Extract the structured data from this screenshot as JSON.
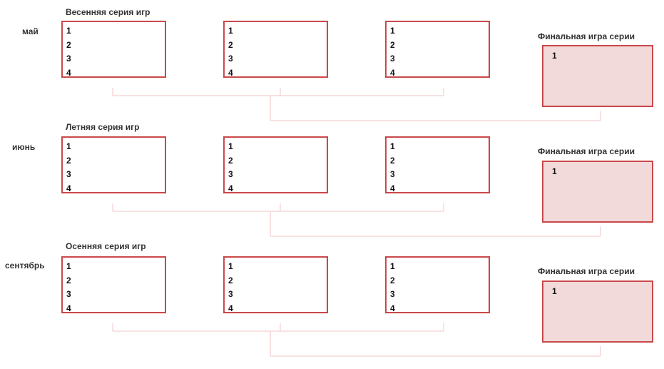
{
  "sections": [
    {
      "month": "май",
      "series_title": "Весенняя серия игр",
      "games": [
        [
          "1",
          "2",
          "3",
          "4"
        ],
        [
          "1",
          "2",
          "3",
          "4"
        ],
        [
          "1",
          "2",
          "3",
          "4"
        ]
      ],
      "final_title": "Финальная игра серии",
      "final_items": [
        "1"
      ]
    },
    {
      "month": "июнь",
      "series_title": "Летняя серия игр",
      "games": [
        [
          "1",
          "2",
          "3",
          "4"
        ],
        [
          "1",
          "2",
          "3",
          "4"
        ],
        [
          "1",
          "2",
          "3",
          "4"
        ]
      ],
      "final_title": "Финальная игра серии",
      "final_items": [
        "1"
      ]
    },
    {
      "month": "сентябрь",
      "series_title": "Осенняя серия игр",
      "games": [
        [
          "1",
          "2",
          "3",
          "4"
        ],
        [
          "1",
          "2",
          "3",
          "4"
        ],
        [
          "1",
          "2",
          "3",
          "4"
        ]
      ],
      "final_title": "Финальная игра серии",
      "final_items": [
        "1"
      ]
    }
  ],
  "colors": {
    "box_border": "#c9484a",
    "final_fill": "#f2dada",
    "connector": "#f0c4c4",
    "text": "#333333"
  }
}
